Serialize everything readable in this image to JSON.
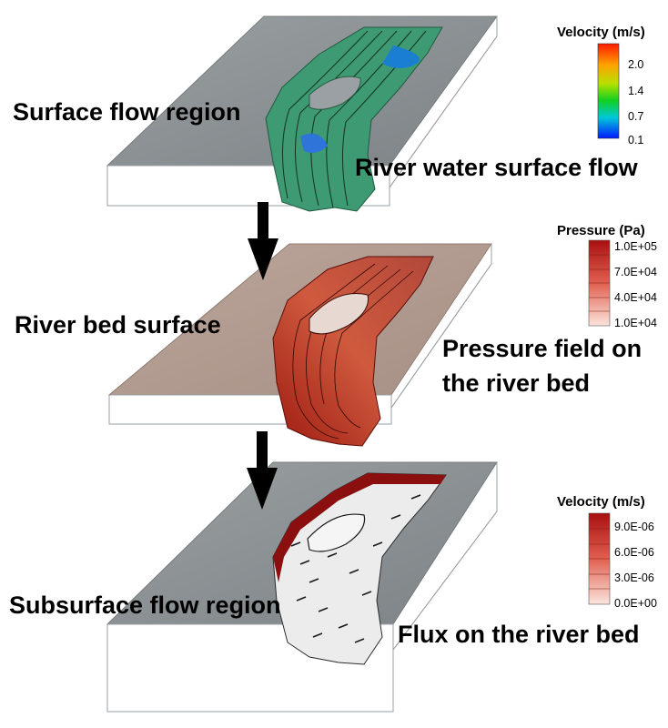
{
  "panels": [
    {
      "region_label": "Surface flow region",
      "caption_lines": [
        "River water surface flow"
      ],
      "legend": {
        "title": "Velocity (m/s)",
        "ticks": [
          "2.0",
          "1.4",
          "0.7",
          "0.1"
        ],
        "scale_type": "rainbow"
      }
    },
    {
      "region_label": "River bed surface",
      "caption_lines": [
        "Pressure field on",
        "the river bed"
      ],
      "legend": {
        "title": "Pressure (Pa)",
        "ticks": [
          "1.0E+05",
          "7.0E+04",
          "4.0E+04",
          "1.0E+04"
        ],
        "scale_type": "reds"
      }
    },
    {
      "region_label": "Subsurface flow region",
      "caption_lines": [
        "Flux on the river bed"
      ],
      "legend": {
        "title": "Velocity (m/s)",
        "ticks": [
          "9.0E-06",
          "6.0E-06",
          "3.0E-06",
          "0.0E+00"
        ],
        "scale_type": "reds"
      }
    }
  ],
  "colors": {
    "terrain_gray": "#8c9194",
    "bed_brown": "#b39d92",
    "flux_red": "#8b0f0f",
    "arrow": "#000000"
  }
}
